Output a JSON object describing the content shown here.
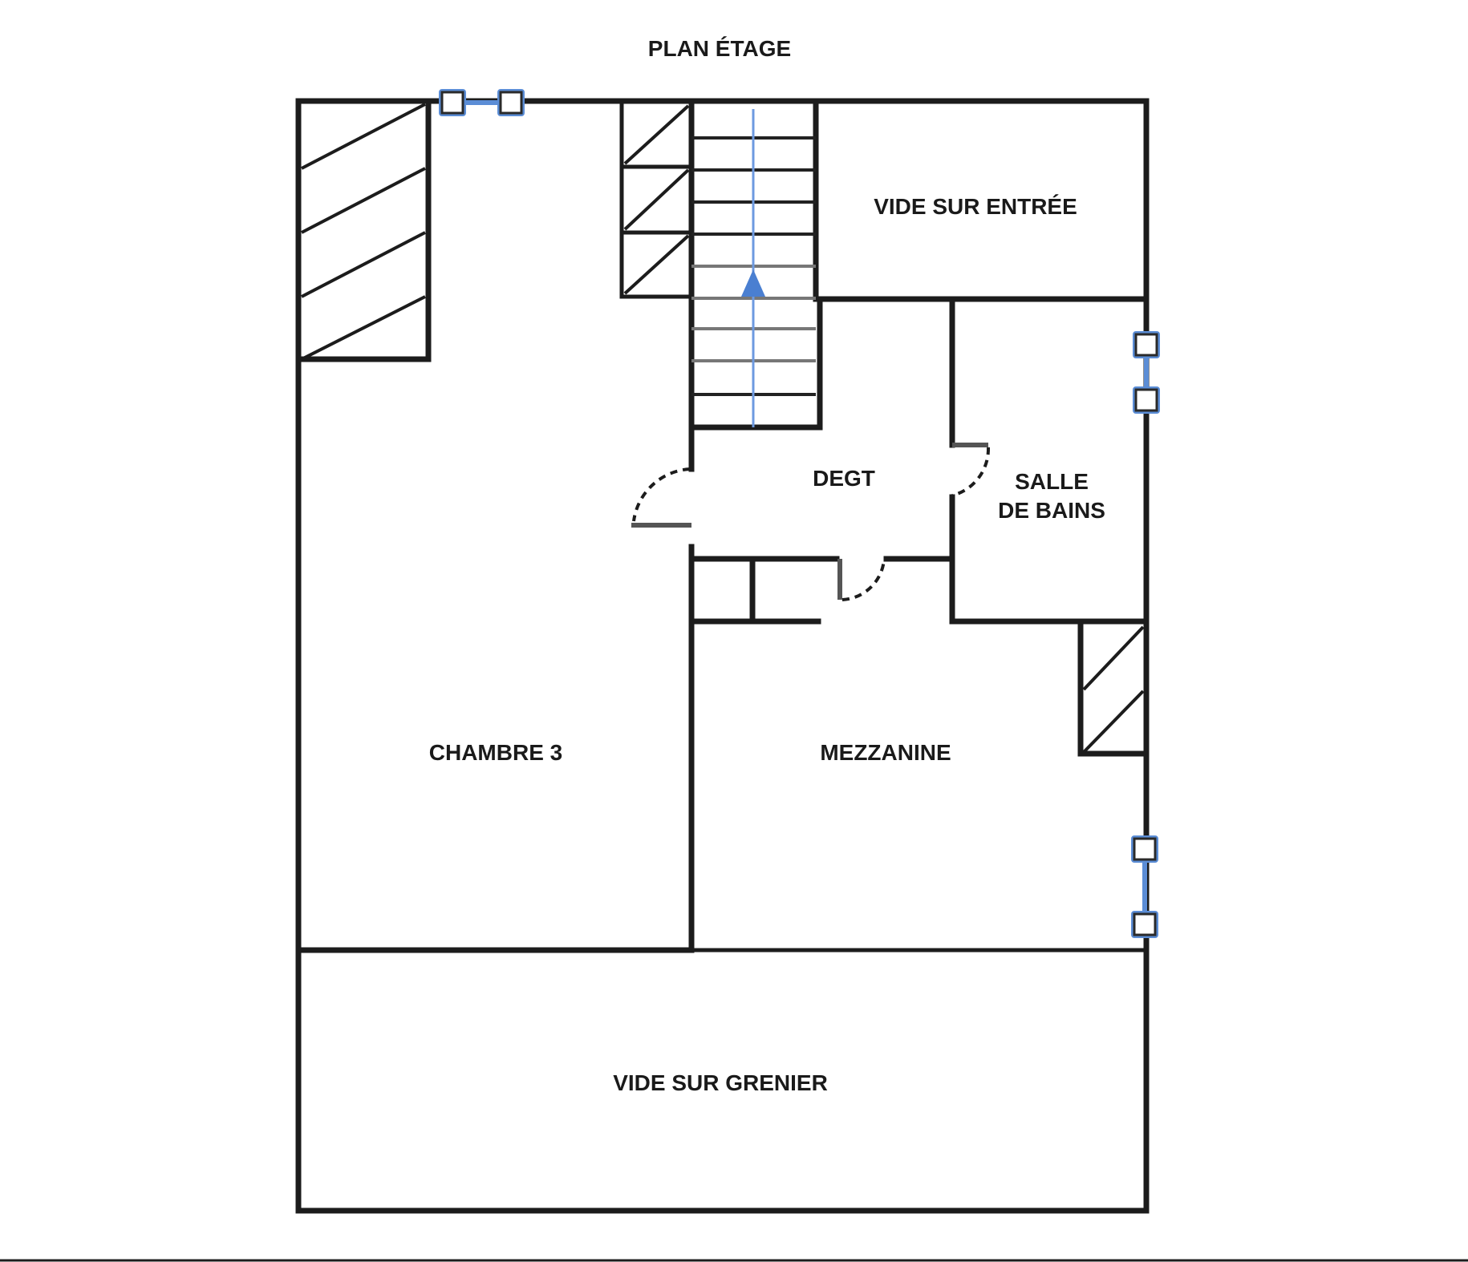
{
  "title": "PLAN ÉTAGE",
  "rooms": {
    "vide_entree": "VIDE SUR ENTRÉE",
    "degt": "DEGT",
    "salle_bains_line1": "SALLE",
    "salle_bains_line2": "DE BAINS",
    "chambre": "CHAMBRE 3",
    "mezzanine": "MEZZANINE",
    "vide_grenier": "VIDE SUR GRENIER"
  },
  "colors": {
    "wall": "#1c1c1c",
    "window_accent": "#5b8dd6",
    "stair_arrow": "#4a7fd1",
    "background": "#ffffff"
  },
  "icons": {
    "window": "window-icon",
    "door": "door-swing-icon",
    "stair_arrow": "arrow-up-icon",
    "hatched_closet": "hatched-closet-icon"
  }
}
